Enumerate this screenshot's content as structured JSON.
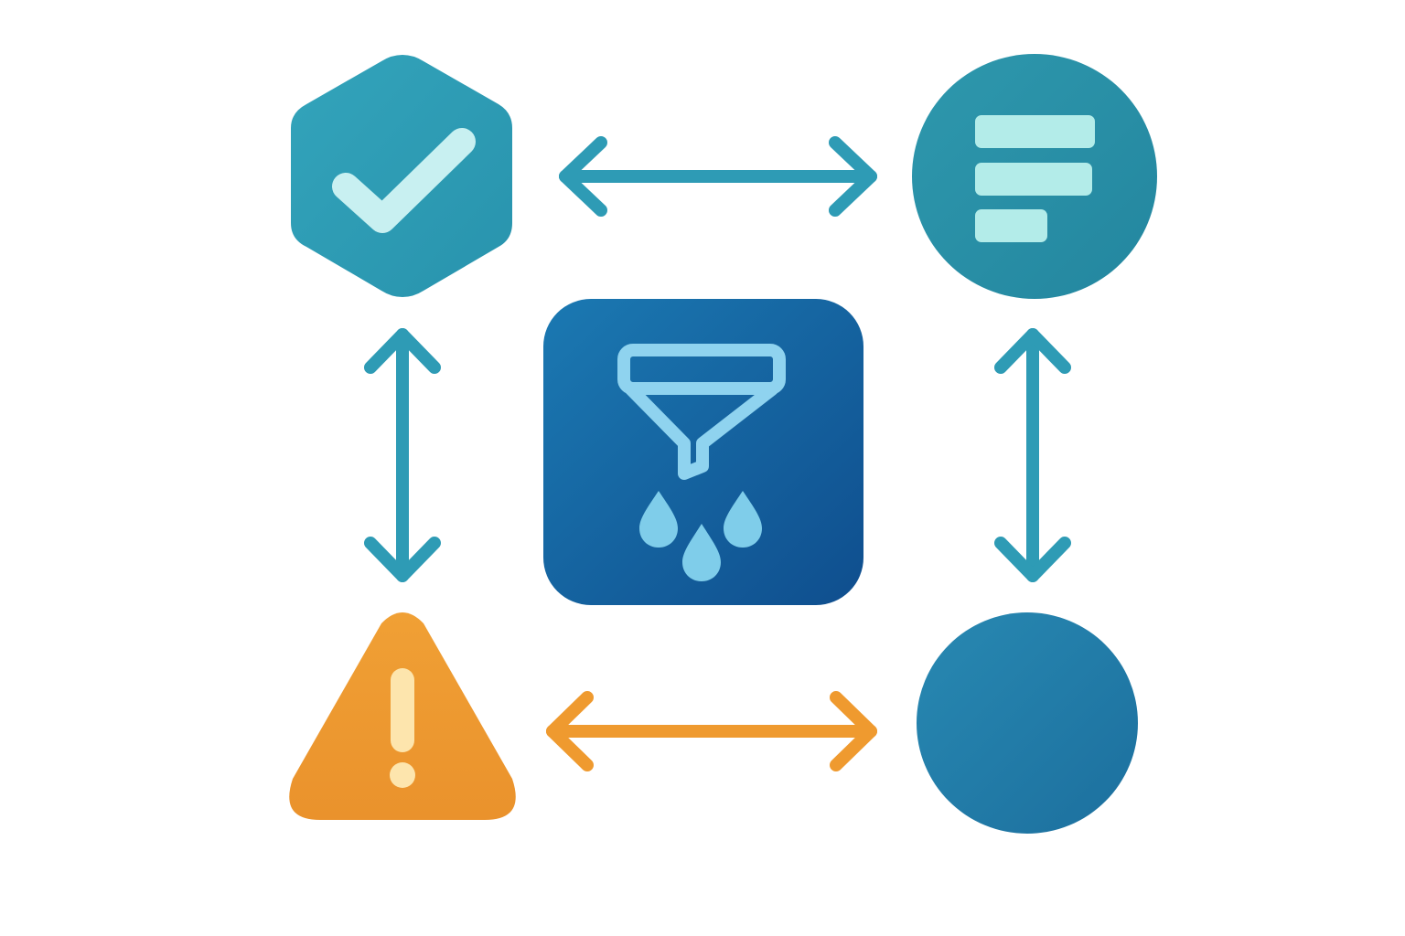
{
  "diagram": {
    "nodes": [
      {
        "id": "validate",
        "shape": "hexagon",
        "icon": "check-icon",
        "color": "#2e9bb5"
      },
      {
        "id": "list",
        "shape": "circle",
        "icon": "list-lines-icon",
        "color": "#2a8fa6"
      },
      {
        "id": "filter",
        "shape": "rounded-square",
        "icon": "funnel-drops-icon",
        "color": "#1766a3"
      },
      {
        "id": "warning",
        "shape": "triangle",
        "icon": "exclamation-icon",
        "color": "#ef9a2f"
      },
      {
        "id": "status",
        "shape": "circle",
        "icon": "none",
        "color": "#2378a5"
      }
    ],
    "connections": [
      {
        "from": "validate",
        "to": "list",
        "direction": "bidirectional",
        "color": "#2e9bb5"
      },
      {
        "from": "validate",
        "to": "warning",
        "direction": "bidirectional",
        "color": "#2e9bb5"
      },
      {
        "from": "list",
        "to": "status",
        "direction": "bidirectional",
        "color": "#2e9bb5"
      },
      {
        "from": "warning",
        "to": "status",
        "direction": "bidirectional",
        "color": "#ef9a2f"
      }
    ]
  }
}
